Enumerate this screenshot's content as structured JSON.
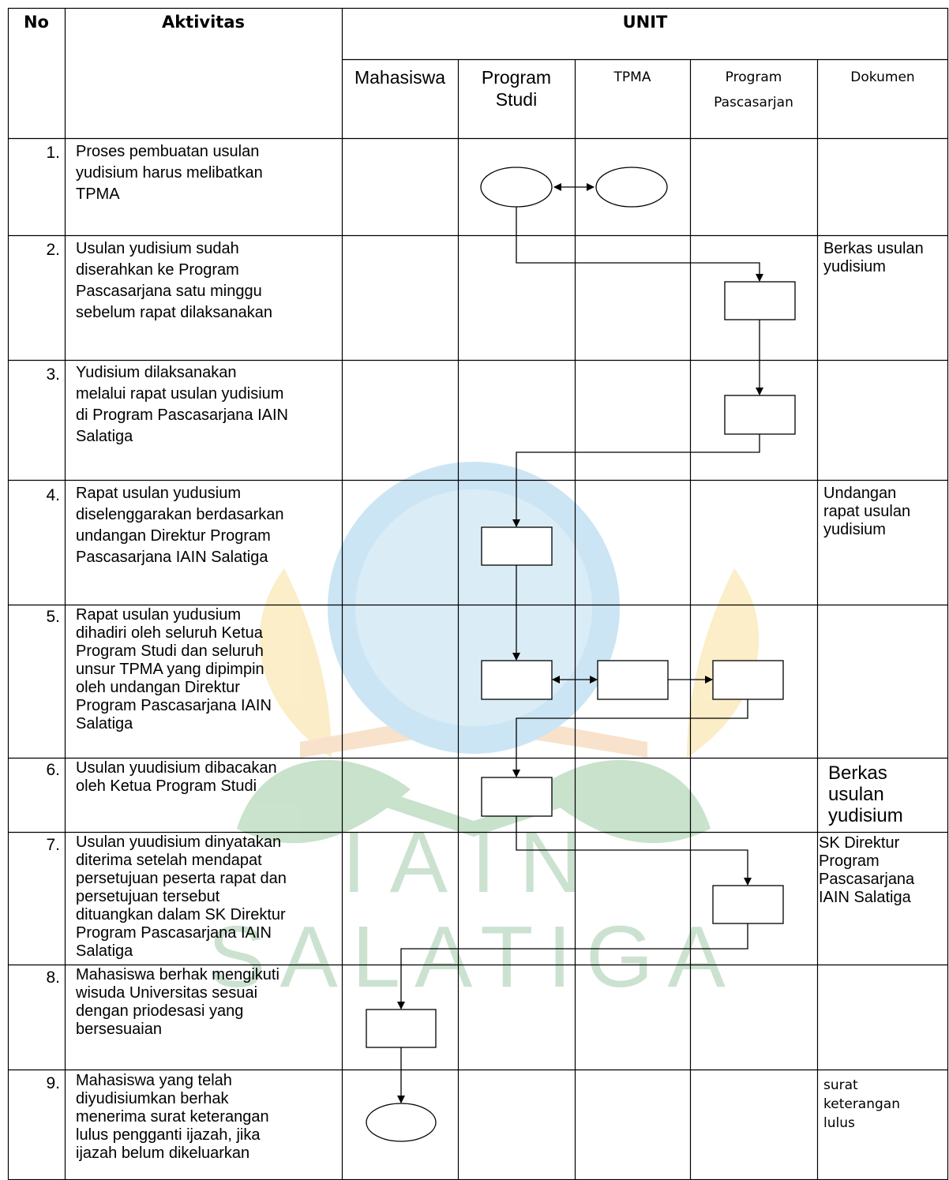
{
  "header": {
    "no": "No",
    "aktivitas": "Aktivitas",
    "unit": "UNIT",
    "units": [
      "Mahasiswa",
      "Program\nStudi",
      "TPMA",
      "Program\nPascasarjan",
      "Dokumen"
    ]
  },
  "rows": [
    {
      "no": "1.",
      "aktivitas": "Proses pembuatan usulan\nyudisium harus melibatkan\nTPMA",
      "dokumen": ""
    },
    {
      "no": "2.",
      "aktivitas": "Usulan yudisium sudah\ndiserahkan ke Program\nPascasarjana satu minggu\nsebelum rapat dilaksanakan",
      "dokumen": "Berkas usulan\nyudisium"
    },
    {
      "no": "3.",
      "aktivitas": "Yudisium dilaksanakan\nmelalui rapat usulan yudisium\ndi Program Pascasarjana IAIN\nSalatiga",
      "dokumen": ""
    },
    {
      "no": "4.",
      "aktivitas": "Rapat usulan yudusium\ndiselenggarakan berdasarkan\nundangan Direktur Program\nPascasarjana IAIN Salatiga",
      "dokumen": "Undangan\nrapat usulan\nyudisium"
    },
    {
      "no": "5.",
      "aktivitas": "Rapat usulan yudusium\ndihadiri oleh seluruh Ketua\nProgram Studi dan seluruh\nunsur TPMA yang dipimpin\noleh undangan Direktur\nProgram Pascasarjana IAIN\nSalatiga",
      "dokumen": ""
    },
    {
      "no": "6.",
      "aktivitas": "Usulan yuudisium dibacakan\noleh Ketua Program Studi",
      "dokumen": "Berkas\nusulan\nyudisium"
    },
    {
      "no": "7.",
      "aktivitas": "Usulan yuudisium dinyatakan\nditerima setelah mendapat\npersetujuan peserta rapat dan\npersetujuan tersebut\ndituangkan dalam SK Direktur\nProgram Pascasarjana IAIN\nSalatiga",
      "dokumen": "SK Direktur\nProgram\nPascasarjana\nIAIN Salatiga"
    },
    {
      "no": "8.",
      "aktivitas": "Mahasiswa berhak mengikuti\nwisuda Universitas sesuai\ndengan priodesasi yang\nbersesuaian",
      "dokumen": ""
    },
    {
      "no": "9.",
      "aktivitas": "Mahasiswa yang telah\ndiyudisiumkan berhak\nmenerima surat keterangan\nlulus pengganti ijazah, jika\nijazah belum dikeluarkan",
      "dokumen": "surat\nketerangan\nlulus"
    }
  ],
  "watermark": {
    "line1": "IAIN",
    "line2": "SALATIGA",
    "colors": {
      "globe": "#4aa3d8",
      "leaf_yellow": "#f2c23a",
      "leaf_green": "#3d9a4a",
      "book": "#e89a4a",
      "text": "#4a9a5a"
    }
  },
  "colors": {
    "line": "#000000",
    "background": "#ffffff"
  }
}
